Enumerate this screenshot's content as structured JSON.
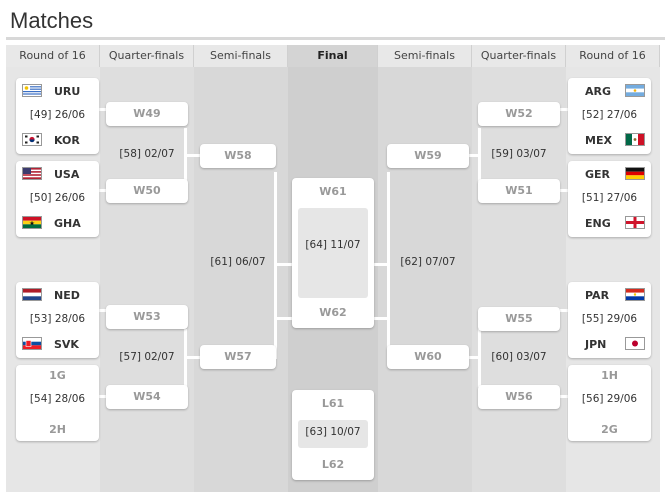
{
  "page": {
    "title": "Matches"
  },
  "headers": [
    "Round of 16",
    "Quarter-finals",
    "Semi-finals",
    "Final",
    "Semi-finals",
    "Quarter-finals",
    "Round of 16"
  ],
  "r16_left": [
    {
      "id": "m49",
      "team1": "URU",
      "flag1": "uruguay-flag-icon",
      "info": "[49] 26/06",
      "team2": "KOR",
      "flag2": "south-korea-flag-icon"
    },
    {
      "id": "m50",
      "team1": "USA",
      "flag1": "usa-flag-icon",
      "info": "[50] 26/06",
      "team2": "GHA",
      "flag2": "ghana-flag-icon"
    },
    {
      "id": "m53",
      "team1": "NED",
      "flag1": "netherlands-flag-icon",
      "info": "[53] 28/06",
      "team2": "SVK",
      "flag2": "slovakia-flag-icon"
    },
    {
      "id": "m54",
      "team1": "1G",
      "info": "[54] 28/06",
      "team2": "2H"
    }
  ],
  "r16_right": [
    {
      "id": "m52",
      "team1": "ARG",
      "flag1": "argentina-flag-icon",
      "info": "[52] 27/06",
      "team2": "MEX",
      "flag2": "mexico-flag-icon"
    },
    {
      "id": "m51",
      "team1": "GER",
      "flag1": "germany-flag-icon",
      "info": "[51] 27/06",
      "team2": "ENG",
      "flag2": "england-flag-icon"
    },
    {
      "id": "m55",
      "team1": "PAR",
      "flag1": "paraguay-flag-icon",
      "info": "[55] 29/06",
      "team2": "JPN",
      "flag2": "japan-flag-icon"
    },
    {
      "id": "m56",
      "team1": "1H",
      "info": "[56] 29/06",
      "team2": "2G"
    }
  ],
  "qf_left": [
    {
      "top": "W49",
      "info": "[58] 02/07",
      "bottom": "W50"
    },
    {
      "top": "W53",
      "info": "[57] 02/07",
      "bottom": "W54"
    }
  ],
  "qf_right": [
    {
      "top": "W52",
      "info": "[59] 03/07",
      "bottom": "W51"
    },
    {
      "top": "W55",
      "info": "[60] 03/07",
      "bottom": "W56"
    }
  ],
  "sf_left": {
    "top": "W58",
    "info": "[61] 06/07",
    "bottom": "W57"
  },
  "sf_right": {
    "top": "W59",
    "info": "[62] 07/07",
    "bottom": "W60"
  },
  "final": {
    "top": "W61",
    "info": "[64] 11/07",
    "bottom": "W62"
  },
  "third_place": {
    "top": "L61",
    "info": "[63] 10/07",
    "bottom": "L62"
  }
}
